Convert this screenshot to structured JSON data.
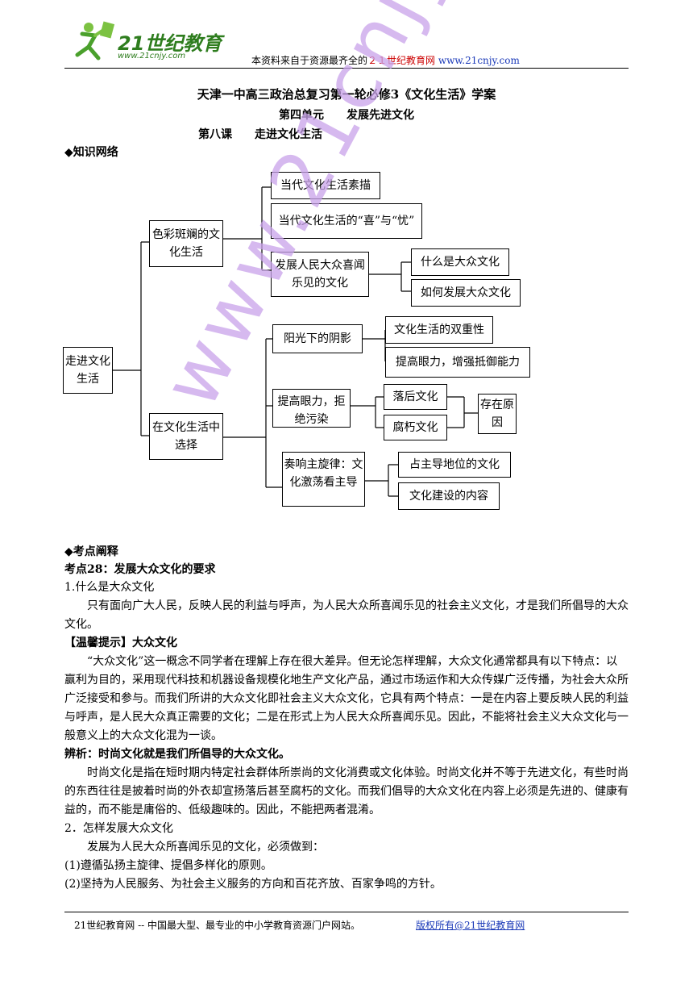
{
  "header": {
    "logo_text": "21世纪教育",
    "logo_url_text": "www.21cnjy.com",
    "note_prefix": "本资料来自于资源最齐全的",
    "note_highlight": "２１世纪教育网",
    "note_url": "www.21cnjy.com"
  },
  "title": "天津一中高三政治总复习第一轮必修3《文化生活》学案",
  "unit": "第四单元　　发展先进文化",
  "lesson": "第八课　　走进文化生活",
  "knowledge_heading": "◆知识网络",
  "mindmap": {
    "root": "走进文化生活",
    "branch1": "色彩斑斓的文化生活",
    "b1_items": [
      "当代文化生活素描",
      "当代文化生活的“喜”与“忧”",
      "发展人民大众喜闻乐见的文化"
    ],
    "b1_sub": [
      "什么是大众文化",
      "如何发展大众文化"
    ],
    "branch2": "在文化生活中选择",
    "b2_items": [
      "阳光下的阴影",
      "提高眼力，拒绝污染",
      "奏响主旋律：文化激荡看主导"
    ],
    "shadow_sub": [
      "文化生活的双重性",
      "提高眼力，增强抵御能力"
    ],
    "eye_sub": [
      "落后文化",
      "腐朽文化"
    ],
    "reason": "存在原因",
    "melody_sub": [
      "占主导地位的文化",
      "文化建设的内容"
    ]
  },
  "watermark": "www.21cnjy.com",
  "body": {
    "kaodian_heading": "◆考点阐释",
    "kaodian28": "考点28：发展大众文化的要求",
    "q1": "1.什么是大众文化",
    "p1": "只有面向广大人民，反映人民的利益与呼声，为人民大众所喜闻乐见的社会主义文化，才是我们所倡导的大众文化。",
    "tip_heading": "【温馨提示】大众文化",
    "p2": "“大众文化”这一概念不同学者在理解上存在很大差异。但无论怎样理解，大众文化通常都具有以下特点：以赢利为目的，采用现代科技和机器设备规模化地生产文化产品，通过市场运作和大众传媒广泛传播，为社会大众所广泛接受和参与。而我们所讲的大众文化即社会主义大众文化，它具有两个特点：一是在内容上要反映人民的利益与呼声，是人民大众真正需要的文化；二是在形式上为人民大众所喜闻乐见。因此，不能将社会主义大众文化与一般意义上的大众文化混为一谈。",
    "bianxi": "辨析：时尚文化就是我们所倡导的大众文化。",
    "p3": "时尚文化是指在短时期内特定社会群体所崇尚的文化消费或文化体验。时尚文化并不等于先进文化，有些时尚的东西往往是披着时尚的外衣却宣扬落后甚至腐朽的文化。而我们倡导的大众文化在内容上必须是先进的、健康有益的，而不能是庸俗的、低级趣味的。因此，不能把两者混淆。",
    "q2": "2．怎样发展大众文化",
    "p4": "发展为人民大众所喜闻乐见的文化，必须做到：",
    "item1": "(1)遵循弘扬主旋律、提倡多样化的原则。",
    "item2": "(2)坚持为人民服务、为社会主义服务的方向和百花齐放、百家争鸣的方针。"
  },
  "footer": {
    "left": "21世纪教育网 -- 中国最大型、最专业的中小学教育资源门户网站。",
    "right": "版权所有@21世纪教育网"
  }
}
